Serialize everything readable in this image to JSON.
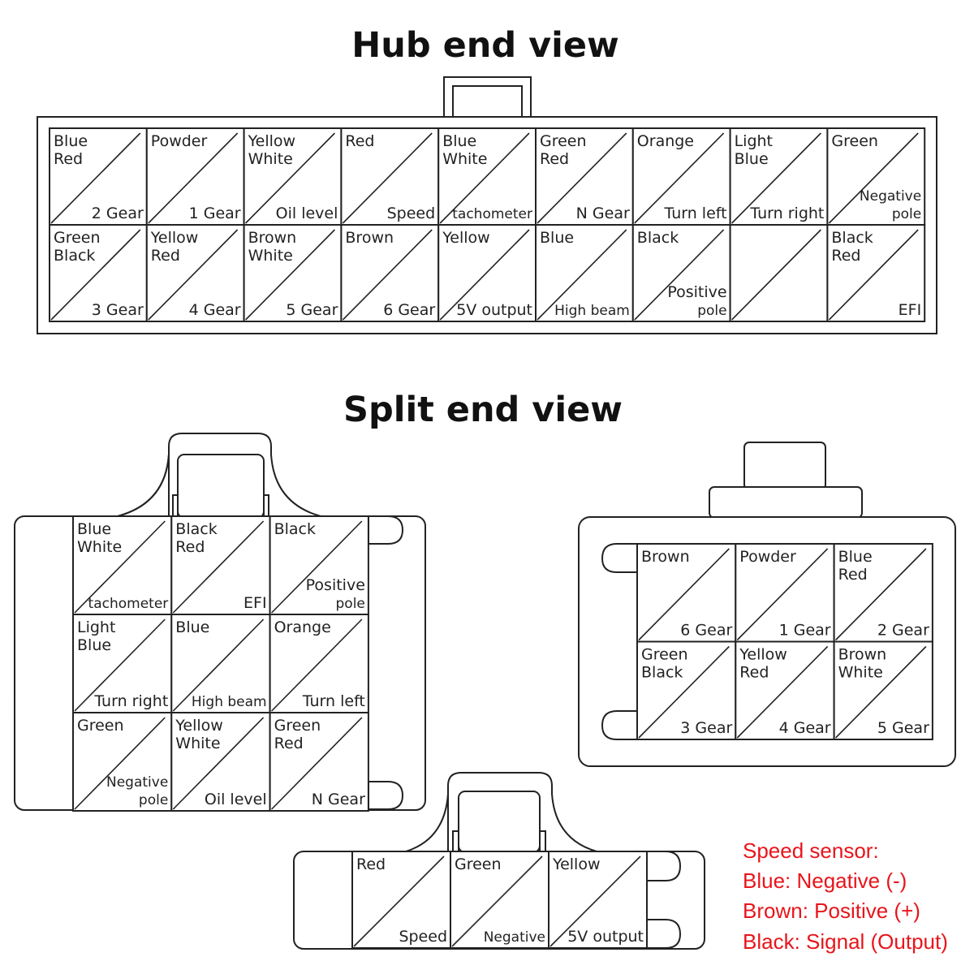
{
  "titles": {
    "hub": "Hub end view",
    "split": "Split end view"
  },
  "hub_connector": {
    "rows": [
      [
        {
          "wire": [
            "Blue",
            "Red"
          ],
          "func": [
            "2 Gear"
          ]
        },
        {
          "wire": [
            "Powder"
          ],
          "func": [
            "1 Gear"
          ]
        },
        {
          "wire": [
            "Yellow",
            "White"
          ],
          "func": [
            "Oil level"
          ]
        },
        {
          "wire": [
            "Red"
          ],
          "func": [
            "Speed"
          ]
        },
        {
          "wire": [
            "Blue",
            "White"
          ],
          "func": [
            "tachometer"
          ]
        },
        {
          "wire": [
            "Green",
            "Red"
          ],
          "func": [
            "N Gear"
          ]
        },
        {
          "wire": [
            "Orange"
          ],
          "func": [
            "Turn left"
          ]
        },
        {
          "wire": [
            "Light",
            "Blue"
          ],
          "func": [
            "Turn right"
          ]
        },
        {
          "wire": [
            "Green"
          ],
          "func": [
            "Negative",
            "pole"
          ]
        }
      ],
      [
        {
          "wire": [
            "Green",
            "Black"
          ],
          "func": [
            "3 Gear"
          ]
        },
        {
          "wire": [
            "Yellow",
            "Red"
          ],
          "func": [
            "4 Gear"
          ]
        },
        {
          "wire": [
            "Brown",
            "White"
          ],
          "func": [
            "5 Gear"
          ]
        },
        {
          "wire": [
            "Brown"
          ],
          "func": [
            "6 Gear"
          ]
        },
        {
          "wire": [
            "Yellow"
          ],
          "func": [
            "5V output"
          ]
        },
        {
          "wire": [
            "Blue"
          ],
          "func": [
            "High beam"
          ]
        },
        {
          "wire": [
            "Black"
          ],
          "func": [
            "Positive",
            "pole"
          ]
        },
        {
          "wire": [],
          "func": []
        },
        {
          "wire": [
            "Black",
            "Red"
          ],
          "func": [
            "EFI"
          ]
        }
      ]
    ]
  },
  "split_left_connector": {
    "rows": [
      [
        {
          "wire": [
            "Blue",
            "White"
          ],
          "func": [
            "tachometer"
          ]
        },
        {
          "wire": [
            "Black",
            "Red"
          ],
          "func": [
            "EFI"
          ]
        },
        {
          "wire": [
            "Black"
          ],
          "func": [
            "Positive",
            "pole"
          ]
        }
      ],
      [
        {
          "wire": [
            "Light",
            "Blue"
          ],
          "func": [
            "Turn right"
          ]
        },
        {
          "wire": [
            "Blue"
          ],
          "func": [
            "High beam"
          ]
        },
        {
          "wire": [
            "Orange"
          ],
          "func": [
            "Turn left"
          ]
        }
      ],
      [
        {
          "wire": [
            "Green"
          ],
          "func": [
            "Negative",
            "pole"
          ]
        },
        {
          "wire": [
            "Yellow",
            "White"
          ],
          "func": [
            "Oil level"
          ]
        },
        {
          "wire": [
            "Green",
            "Red"
          ],
          "func": [
            "N Gear"
          ]
        }
      ]
    ]
  },
  "split_right_connector": {
    "rows": [
      [
        {
          "wire": [
            "Brown"
          ],
          "func": [
            "6 Gear"
          ]
        },
        {
          "wire": [
            "Powder"
          ],
          "func": [
            "1 Gear"
          ]
        },
        {
          "wire": [
            "Blue",
            "Red"
          ],
          "func": [
            "2 Gear"
          ]
        }
      ],
      [
        {
          "wire": [
            "Green",
            "Black"
          ],
          "func": [
            "3 Gear"
          ]
        },
        {
          "wire": [
            "Yellow",
            "Red"
          ],
          "func": [
            "4 Gear"
          ]
        },
        {
          "wire": [
            "Brown",
            "White"
          ],
          "func": [
            "5 Gear"
          ]
        }
      ]
    ]
  },
  "split_bottom_connector": {
    "rows": [
      [
        {
          "wire": [
            "Red"
          ],
          "func": [
            "Speed"
          ]
        },
        {
          "wire": [
            "Green"
          ],
          "func": [
            "Negative"
          ]
        },
        {
          "wire": [
            "Yellow"
          ],
          "func": [
            "5V output"
          ]
        }
      ]
    ]
  },
  "speed_sensor_note": {
    "lines": [
      "Speed sensor:",
      "Blue:  Negative (-)",
      "Brown:  Positive (+)",
      "Black:  Signal (Output)"
    ],
    "color": "#e8151b"
  }
}
